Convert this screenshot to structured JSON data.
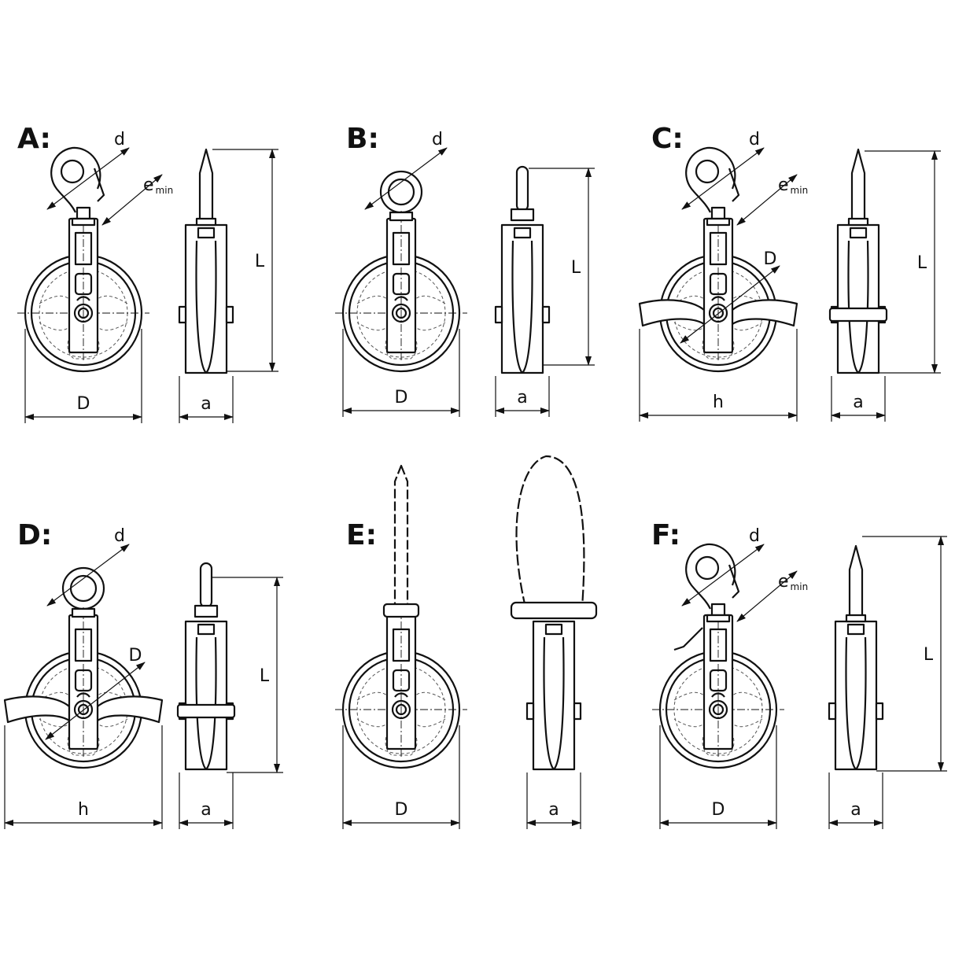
{
  "variants": [
    {
      "id": "A",
      "label": "A:",
      "top": "hook",
      "width_label": "D",
      "side_top": "spike",
      "tabs": false,
      "mount_labels": [
        "d",
        "e",
        "min"
      ]
    },
    {
      "id": "B",
      "label": "B:",
      "top": "eye",
      "width_label": "D",
      "side_top": "pin",
      "tabs": false,
      "mount_labels": [
        "d"
      ]
    },
    {
      "id": "C",
      "label": "C:",
      "top": "hook",
      "width_label": "h",
      "side_top": "spike",
      "tabs": true,
      "mount_labels": [
        "d",
        "e",
        "min"
      ]
    },
    {
      "id": "D",
      "label": "D:",
      "top": "eye",
      "width_label": "h",
      "side_top": "pin",
      "tabs": true,
      "mount_labels": [
        "d"
      ]
    },
    {
      "id": "E",
      "label": "E:",
      "top": "chain",
      "width_label": "D",
      "side_top": "chainloop",
      "tabs": false,
      "mount_labels": []
    },
    {
      "id": "F",
      "label": "F:",
      "top": "hook",
      "width_label": "D",
      "side_top": "spike",
      "tabs": false,
      "mount_labels": [
        "d",
        "e",
        "min"
      ],
      "handle": true
    }
  ],
  "wheel_dim_label": "D",
  "side_width_label": "a",
  "length_label": "L"
}
